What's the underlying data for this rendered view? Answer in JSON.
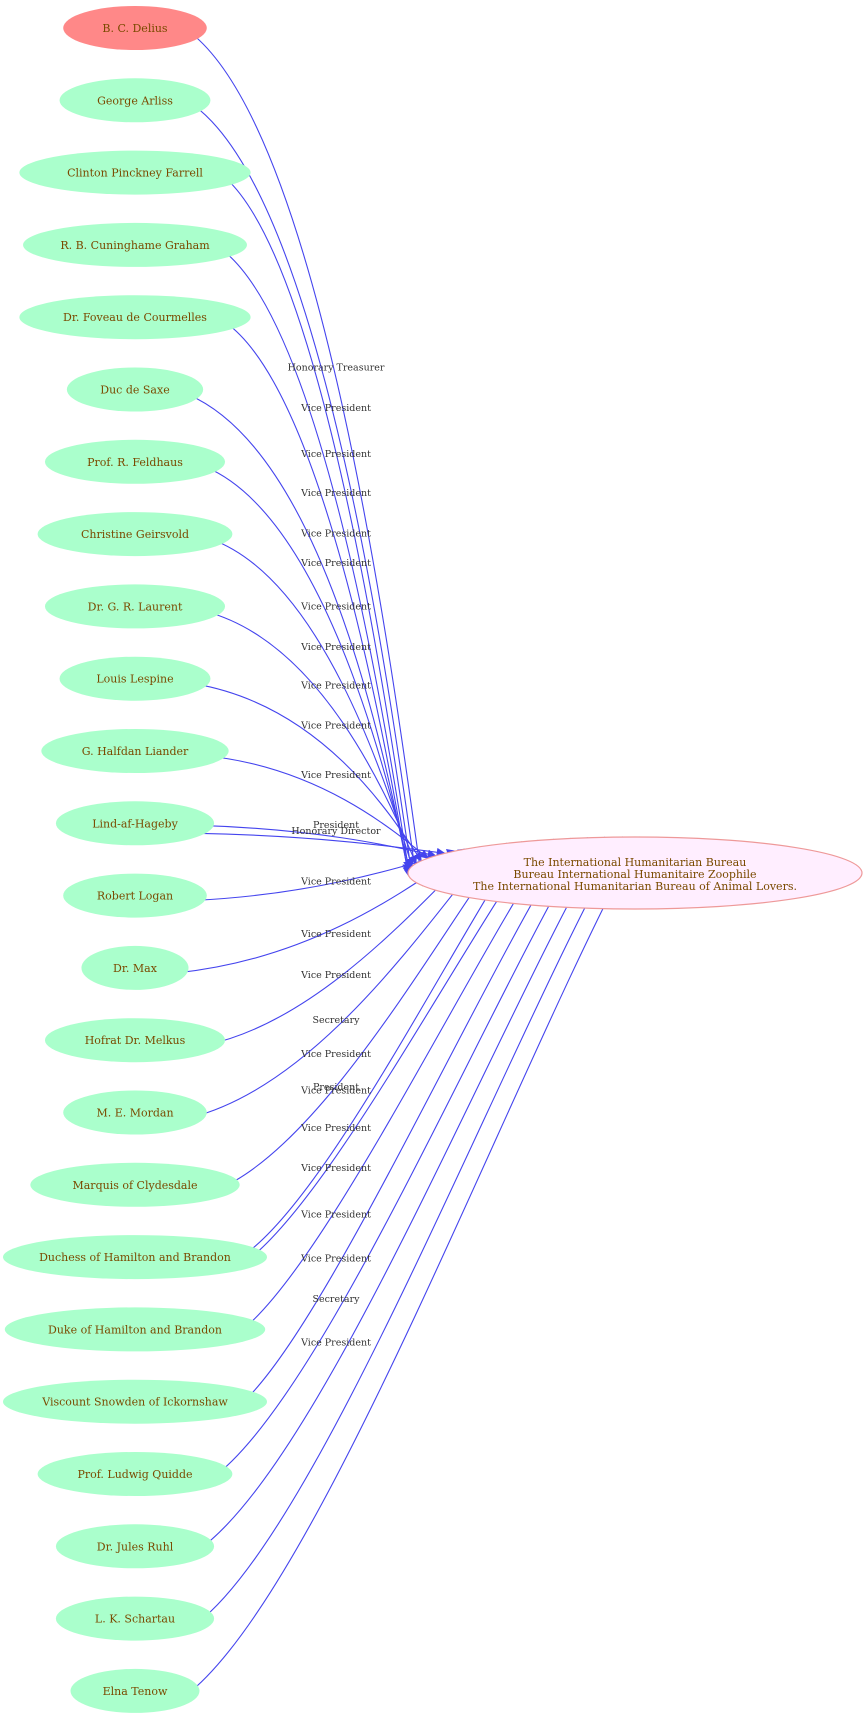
{
  "colors": {
    "edge": "#4444ee",
    "node_fill": "#aaffcc",
    "highlight_fill": "#ff8888",
    "hub_fill": "#ffeeff",
    "hub_stroke": "#ee9999"
  },
  "hub": {
    "lines": [
      "The International Humanitarian Bureau",
      "Bureau International Humanitaire Zoophile",
      "The International Humanitarian Bureau of Animal Lovers."
    ]
  },
  "people": [
    {
      "name": "B. C. Delius",
      "highlight": true,
      "roles": [
        "Honorary Treasurer"
      ]
    },
    {
      "name": "George Arliss",
      "roles": [
        "Vice President"
      ]
    },
    {
      "name": "Clinton Pinckney Farrell",
      "roles": [
        "Vice President"
      ]
    },
    {
      "name": "R. B. Cuninghame Graham",
      "roles": [
        "Vice President"
      ]
    },
    {
      "name": "Dr. Foveau de Courmelles",
      "roles": [
        "Vice President"
      ]
    },
    {
      "name": "Duc de Saxe",
      "roles": [
        "Vice President"
      ]
    },
    {
      "name": "Prof. R. Feldhaus",
      "roles": [
        "Vice President"
      ]
    },
    {
      "name": "Christine Geirsvold",
      "roles": [
        "Vice President"
      ]
    },
    {
      "name": "Dr. G. R. Laurent",
      "roles": [
        "Vice President"
      ]
    },
    {
      "name": "Louis Lespine",
      "roles": [
        "Vice President"
      ]
    },
    {
      "name": "G. Halfdan Liander",
      "roles": [
        "Vice President"
      ]
    },
    {
      "name": "Lind-af-Hageby",
      "roles": [
        "President",
        "Honorary Director"
      ]
    },
    {
      "name": "Robert Logan",
      "roles": [
        "Vice President"
      ]
    },
    {
      "name": "Dr. Max",
      "roles": [
        "Vice President"
      ]
    },
    {
      "name": "Hofrat Dr. Melkus",
      "roles": [
        "Vice President"
      ]
    },
    {
      "name": "M. E. Mordan",
      "roles": [
        "Secretary"
      ]
    },
    {
      "name": "Marquis of Clydesdale",
      "roles": [
        "Vice President"
      ]
    },
    {
      "name": "Duchess of Hamilton and Brandon",
      "roles": [
        "President",
        "Vice President"
      ]
    },
    {
      "name": "Duke of Hamilton and Brandon",
      "roles": [
        "Vice President"
      ]
    },
    {
      "name": "Viscount Snowden of Ickornshaw",
      "roles": [
        "Vice President"
      ]
    },
    {
      "name": "Prof. Ludwig Quidde",
      "roles": [
        "Vice President"
      ]
    },
    {
      "name": "Dr. Jules Ruhl",
      "roles": [
        "Vice President"
      ]
    },
    {
      "name": "L. K. Schartau",
      "roles": [
        "Secretary"
      ]
    },
    {
      "name": "Elna Tenow",
      "roles": [
        "Vice President"
      ]
    }
  ]
}
